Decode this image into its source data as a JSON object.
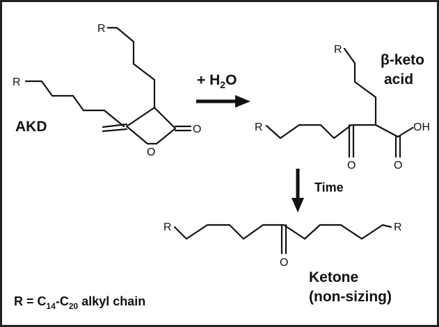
{
  "labels": {
    "akd": "AKD",
    "water_prefix": "+ H",
    "water_sub": "2",
    "water_suffix": "O",
    "keto_line1": "β-keto",
    "keto_line2": "acid",
    "time": "Time",
    "ketone_line1": "Ketone",
    "ketone_line2": "(non-sizing)",
    "r_def_prefix": "R = C",
    "r_def_sub1": "14",
    "r_def_mid": "-C",
    "r_def_sub2": "20",
    "r_def_suffix": " alkyl chain"
  },
  "atoms": {
    "r": "R",
    "o": "O",
    "oh": "OH"
  },
  "colors": {
    "ink": "#111111",
    "background": "#ffffff",
    "frame": "#222222"
  }
}
